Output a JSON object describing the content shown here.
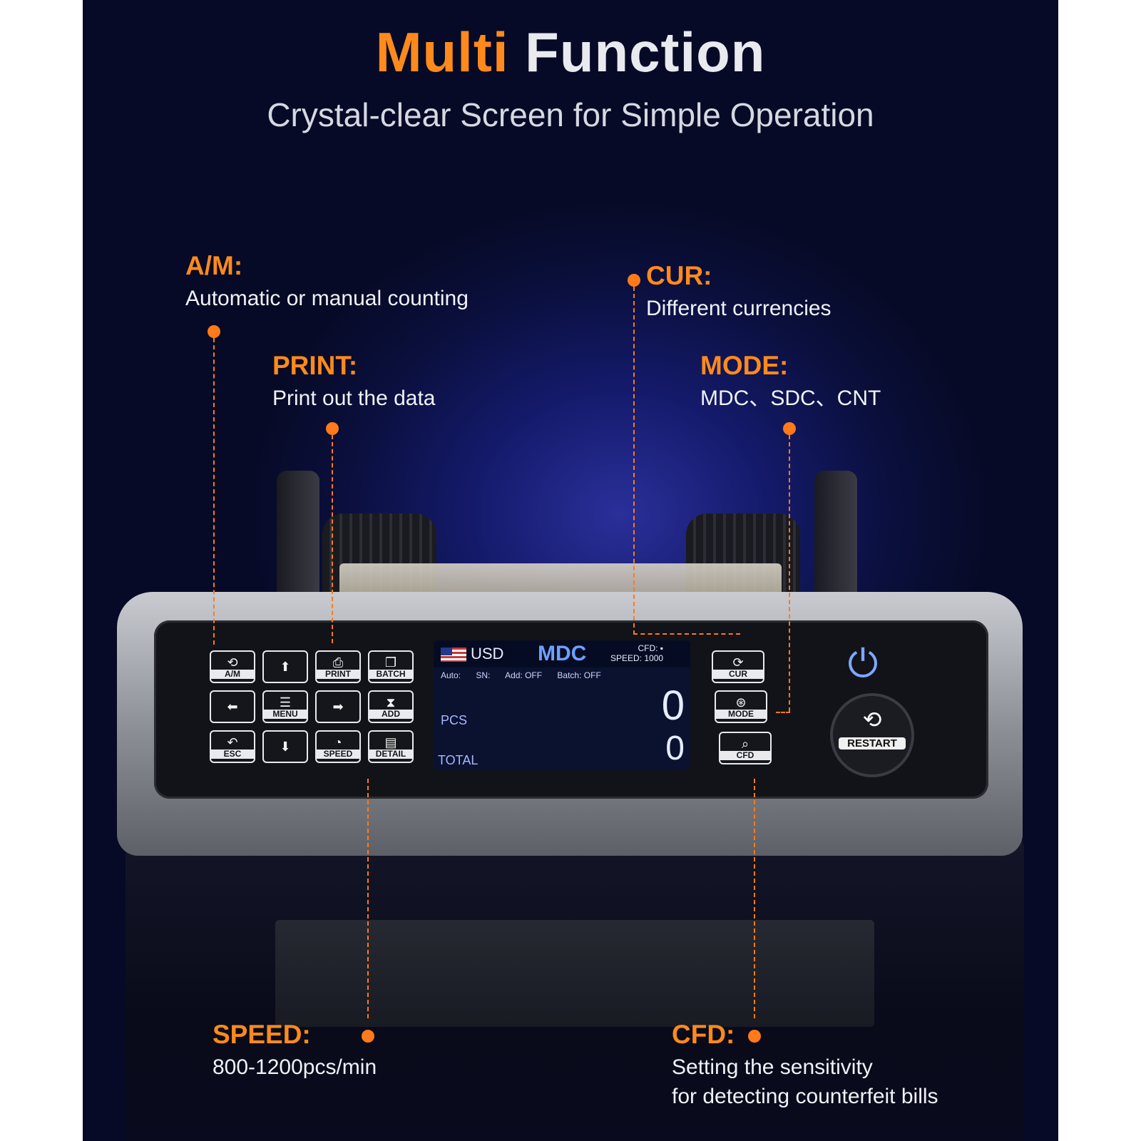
{
  "header": {
    "title_accent": "Multi",
    "title_rest": "Function",
    "subtitle": "Crystal-clear Screen for Simple Operation"
  },
  "callouts": {
    "am": {
      "title": "A/M:",
      "desc": "Automatic or manual counting"
    },
    "cur": {
      "title": "CUR:",
      "desc": "Different currencies"
    },
    "print": {
      "title": "PRINT:",
      "desc": "Print out the data"
    },
    "mode": {
      "title": "MODE:",
      "desc": "MDC、SDC、CNT"
    },
    "speed": {
      "title": "SPEED:",
      "desc": "800-1200pcs/min"
    },
    "cfd": {
      "title": "CFD:",
      "desc1": "Setting the sensitivity",
      "desc2": "for detecting counterfeit bills"
    }
  },
  "keypad": [
    {
      "icon": "refresh-icon",
      "glyph": "⟲",
      "label": "A/M"
    },
    {
      "icon": "arrow-up-icon",
      "glyph": "⬆",
      "label": ""
    },
    {
      "icon": "printer-icon",
      "glyph": "⎙",
      "label": "PRINT"
    },
    {
      "icon": "batch-icon",
      "glyph": "❐",
      "label": "BATCH"
    },
    {
      "icon": "arrow-left-icon",
      "glyph": "⬅",
      "label": ""
    },
    {
      "icon": "menu-icon",
      "glyph": "☰",
      "label": "MENU"
    },
    {
      "icon": "arrow-right-icon",
      "glyph": "➡",
      "label": ""
    },
    {
      "icon": "hourglass-icon",
      "glyph": "⧗",
      "label": "ADD"
    },
    {
      "icon": "back-icon",
      "glyph": "↶",
      "label": "ESC"
    },
    {
      "icon": "arrow-down-icon",
      "glyph": "⬇",
      "label": ""
    },
    {
      "icon": "speedometer-icon",
      "glyph": "◔",
      "label": "SPEED"
    },
    {
      "icon": "document-icon",
      "glyph": "▤",
      "label": "DETAIL"
    }
  ],
  "right_keys": [
    {
      "icon": "currency-icon",
      "glyph": "⟳",
      "label": "CUR"
    },
    {
      "icon": "mode-icon",
      "glyph": "⊛",
      "label": "MODE"
    },
    {
      "icon": "magnifier-icon",
      "glyph": "⌕",
      "label": "CFD"
    }
  ],
  "screen": {
    "currency": "USD",
    "mode": "MDC",
    "cfd": "CFD: ▪",
    "speed": "SPEED: 1000",
    "auto": "Auto:",
    "sn": "SN:",
    "add": "Add: OFF",
    "batch": "Batch: OFF",
    "pcs_label": "PCS",
    "pcs_value": "0",
    "total_label": "TOTAL",
    "total_value": "0"
  },
  "restart": {
    "label": "RESTART"
  },
  "colors": {
    "accent": "#ff8a1c",
    "background": "#0a0f3c",
    "screen_mode": "#6ea0ff"
  }
}
